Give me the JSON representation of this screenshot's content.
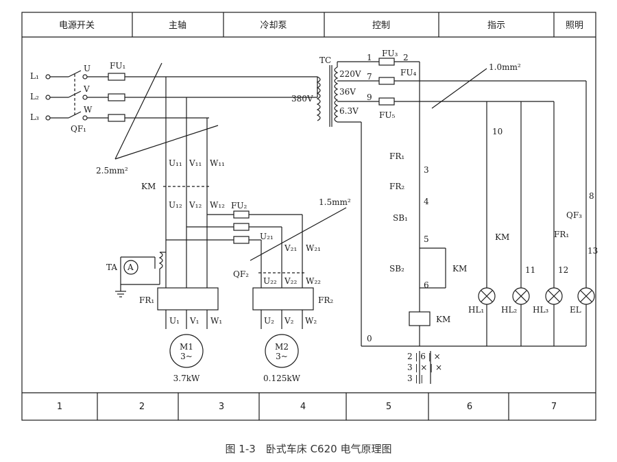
{
  "header": {
    "sections": [
      "电源开关",
      "主轴",
      "冷却泵",
      "控制",
      "指示",
      "照明"
    ]
  },
  "footer": {
    "zones": [
      "1",
      "2",
      "3",
      "4",
      "5",
      "6",
      "7"
    ]
  },
  "caption": "图 1-3　卧式车床 C620 电气原理图",
  "labels": {
    "L1": "L₁",
    "L2": "L₂",
    "L3": "L₃",
    "U": "U",
    "V": "V",
    "W": "W",
    "QF1": "QF₁",
    "FU1": "FU₁",
    "FU2": "FU₂",
    "FU3": "FU₃",
    "FU4": "FU₄",
    "FU5": "FU₅",
    "wire25": "2.5mm²",
    "wire15": "1.5mm²",
    "wire10": "1.0mm²",
    "U11": "U₁₁",
    "V11": "V₁₁",
    "W11": "W₁₁",
    "U12": "U₁₂",
    "V12": "V₁₂",
    "W12": "W₁₂",
    "U21": "U₂₁",
    "V21": "V₂₁",
    "W21": "W₂₁",
    "U22": "U₂₂",
    "V22": "V₂₂",
    "W22": "W₂₂",
    "U1": "U₁",
    "V1": "V₁",
    "W1": "W₁",
    "U2": "U₂",
    "V2": "V₂",
    "W2": "W₂",
    "KM": "KM",
    "TA": "TA",
    "A": "A",
    "QF2": "QF₂",
    "QF3": "QF₃",
    "FR1": "FR₁",
    "FR2": "FR₂",
    "M1": "M1",
    "M2": "M2",
    "phase3": "3~",
    "P1": "3.7kW",
    "P2": "0.125kW",
    "TC": "TC",
    "v380": "380V",
    "v220": "220V",
    "v36": "36V",
    "v63": "6.3V",
    "n0": "0",
    "n1": "1",
    "n2": "2",
    "n3": "3",
    "n4": "4",
    "n5": "5",
    "n6": "6",
    "n7": "7",
    "n8": "8",
    "n9": "9",
    "n10": "10",
    "n11": "11",
    "n12": "12",
    "n13": "13",
    "SB1": "SB₁",
    "SB2": "SB₂",
    "HL1": "HL₁",
    "HL2": "HL₂",
    "HL3": "HL₃",
    "EL": "EL",
    "contacts": [
      "2 | 6 | ×",
      "3 | × | ×",
      "3 | |"
    ]
  }
}
